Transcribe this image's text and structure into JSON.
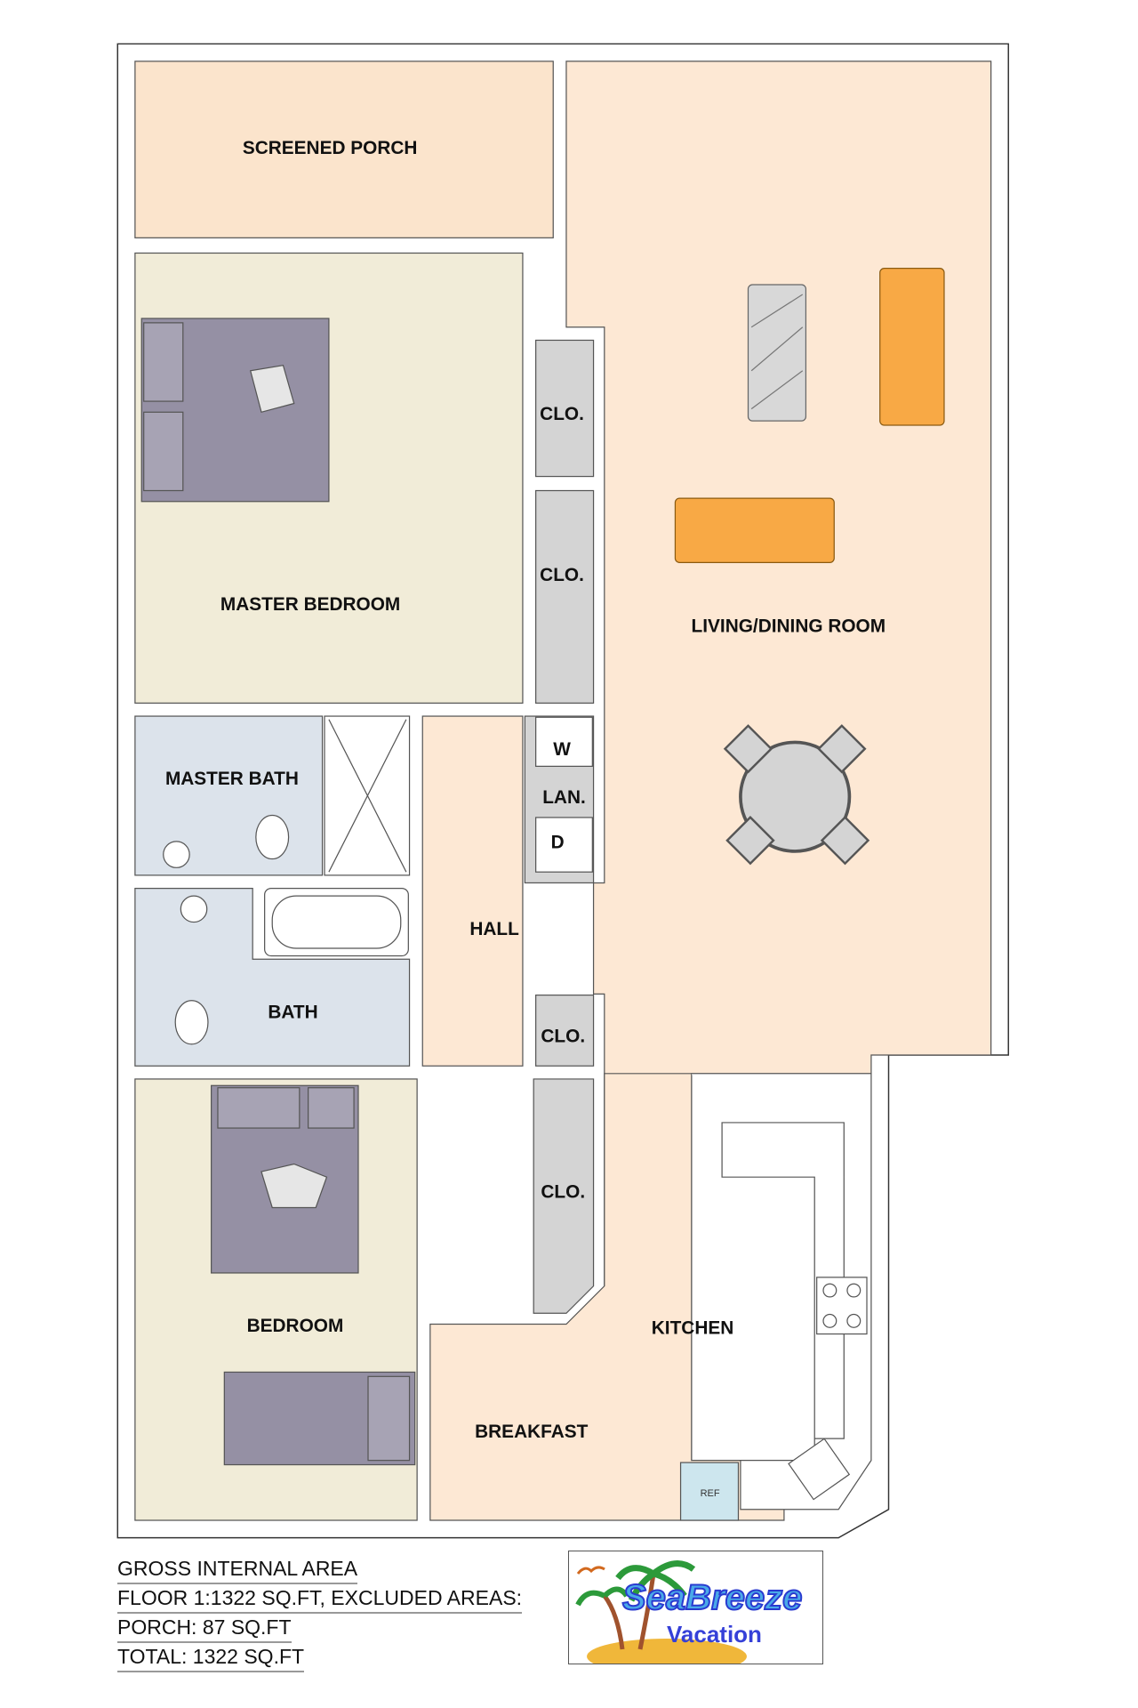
{
  "rooms": {
    "screened_porch": "SCREENED PORCH",
    "master_bedroom": "MASTER BEDROOM",
    "closet": "CLO.",
    "living_dining": "LIVING/DINING ROOM",
    "master_bath": "MASTER BATH",
    "washer": "W",
    "laundry": "LAN.",
    "dryer": "D",
    "hall": "HALL",
    "bath": "BATH",
    "bedroom": "BEDROOM",
    "kitchen": "KITCHEN",
    "breakfast": "BREAKFAST",
    "refrigerator": "REF"
  },
  "area_info": {
    "line1": "GROSS INTERNAL AREA",
    "line2": "FLOOR 1:1322 SQ.FT, EXCLUDED AREAS:",
    "line3": "PORCH: 87 SQ.FT",
    "line4": "TOTAL: 1322 SQ.FT"
  },
  "logo": {
    "brand": "SeaBreeze",
    "sub": "Vacation"
  },
  "colors": {
    "porch": "#fbe4cc",
    "living": "#fde8d4",
    "bedroom": "#f1ecd8",
    "bath": "#dce3eb",
    "closet": "#d4d4d4",
    "bed": "#9590a4",
    "sofa": "#f8a945"
  }
}
